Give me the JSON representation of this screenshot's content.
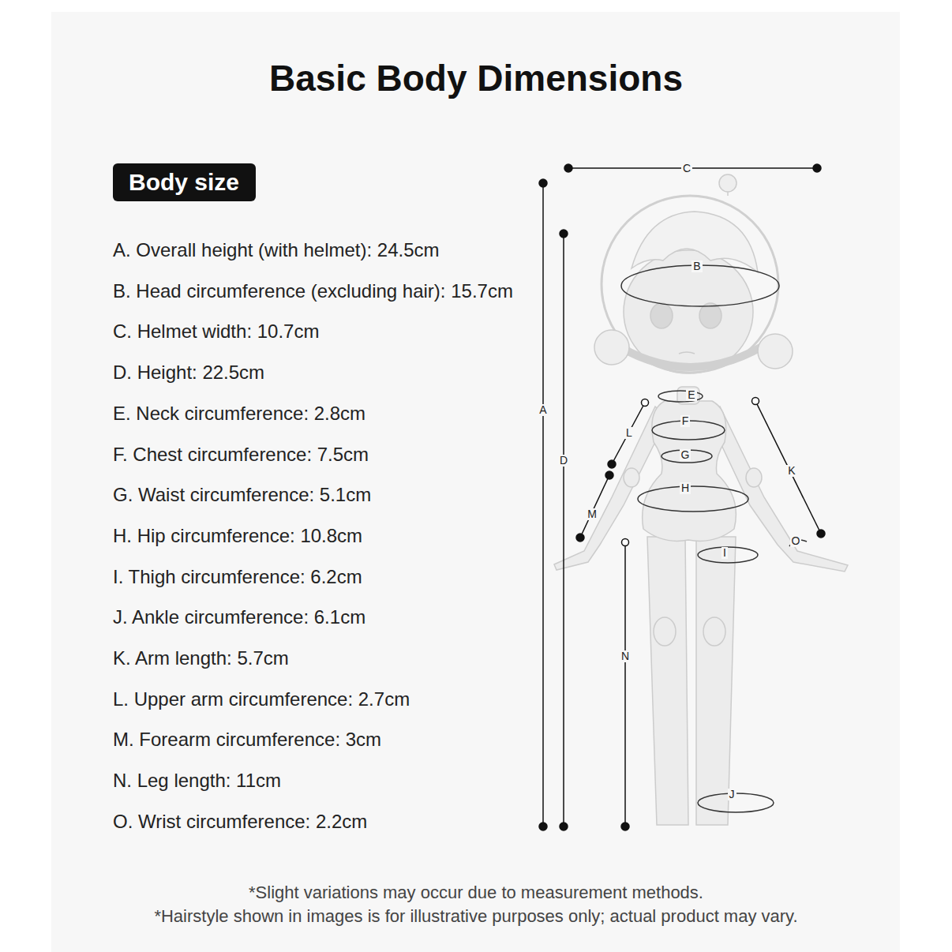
{
  "diagram": {
    "title": "Basic Body Dimensions",
    "nodes": [
      {
        "text": [
          "Body size"
        ]
      }
    ],
    "labels": [
      "A. Overall height (with helmet): 24.5cm",
      "B. Head circumference (excluding hair): 15.7cm",
      "C. Helmet width: 10.7cm",
      "D. Height: 22.5cm",
      "E. Neck circumference: 2.8cm",
      "F. Chest circumference: 7.5cm",
      "G. Waist circumference: 5.1cm",
      "H. Hip circumference: 10.8cm",
      "I. Thigh circumference: 6.2cm",
      "J. Ankle circumference: 6.1cm",
      "K. Arm length: 5.7cm",
      "L. Upper arm circumference: 2.7cm",
      "M. Forearm circumference: 3cm",
      "N. Leg length: 11cm",
      "O. Wrist circumference: 2.2cm",
      "C",
      "B",
      "E",
      "F",
      "G",
      "L",
      "K",
      "A",
      "D",
      "M",
      "H",
      "O",
      "I",
      "N",
      "J",
      "*Slight variations may occur due to measurement methods.",
      "*Hairstyle shown in images is for illustrative purposes only; actual product may vary."
    ]
  }
}
